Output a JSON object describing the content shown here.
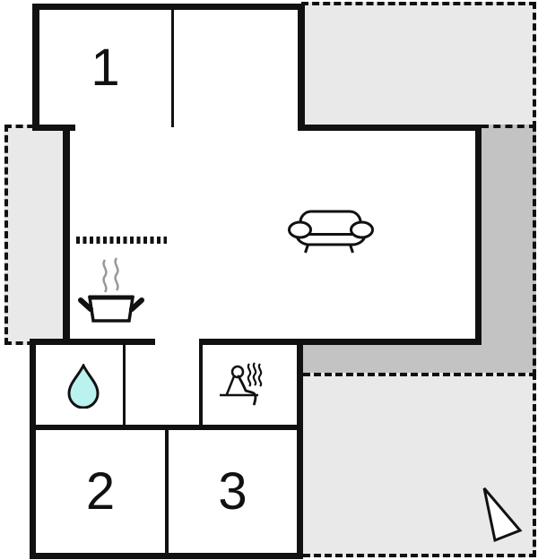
{
  "floorplan": {
    "description": "holiday-home floor plan",
    "rooms": {
      "r1": {
        "label": "1"
      },
      "r2": {
        "label": "2"
      },
      "r3": {
        "label": "3"
      }
    },
    "icons": {
      "sofa": "sofa-icon",
      "cooking_pot": "cooking-pot-icon",
      "water_drop": "water-drop-icon",
      "sauna": "sauna-person-icon",
      "north_arrow": "north-arrow-icon",
      "kitchen_counter": "kitchen-counter-dotted-line"
    },
    "colors": {
      "wall": "#111111",
      "terrace_light": "#e9e9e9",
      "terrace_dark": "#c3c3c3",
      "water_drop_fill": "#b9f2ef",
      "steam": "#999999",
      "background": "#ffffff"
    }
  }
}
